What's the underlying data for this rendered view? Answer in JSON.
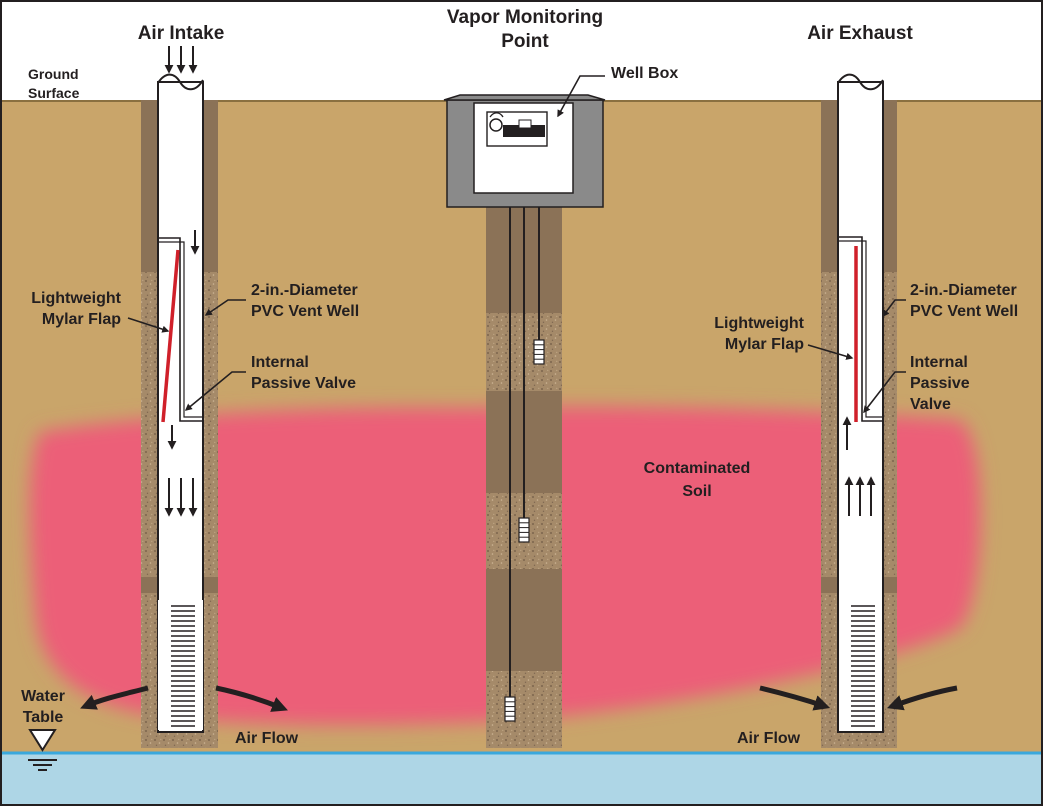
{
  "titles": {
    "air_intake": "Air Intake",
    "vapor_monitoring_point_line1": "Vapor Monitoring",
    "vapor_monitoring_point_line2": "Point",
    "air_exhaust": "Air Exhaust"
  },
  "labels": {
    "ground_surface_line1": "Ground",
    "ground_surface_line2": "Surface",
    "well_box": "Well Box",
    "left_mylar_flap_line1": "Lightweight",
    "left_mylar_flap_line2": "Mylar Flap",
    "left_vent_well_line1": "2-in.-Diameter",
    "left_vent_well_line2": "PVC Vent Well",
    "left_passive_valve_line1": "Internal",
    "left_passive_valve_line2": "Passive Valve",
    "right_vent_well_line1": "2-in.-Diameter",
    "right_vent_well_line2": "PVC Vent Well",
    "right_mylar_flap_line1": "Lightweight",
    "right_mylar_flap_line2": "Mylar Flap",
    "right_passive_valve_line1": "Internal",
    "right_passive_valve_line2": "Passive",
    "right_passive_valve_line3": "Valve",
    "contaminated_soil_line1": "Contaminated",
    "contaminated_soil_line2": "Soil",
    "water_table_line1": "Water",
    "water_table_line2": "Table",
    "left_air_flow": "Air Flow",
    "right_air_flow": "Air Flow"
  },
  "colors": {
    "soil": "#c9a56a",
    "contaminated_soil": "#ec5e78",
    "groundwater": "#aed6e6",
    "water_line": "#3aa8dc",
    "grout_fill": "#8b7257",
    "sand_pack": "#a58a69",
    "mylar_flap": "#d0202a",
    "outline": "#231f20",
    "well_box_frame": "#8a8a8a"
  },
  "icons": {
    "water_table": "water-table-triangle-icon",
    "airflow": "curved-arrow-icon"
  }
}
